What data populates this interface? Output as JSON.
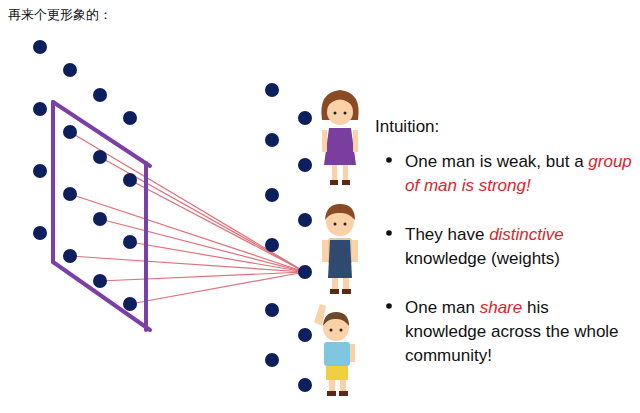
{
  "diagram": {
    "labels": [
      "再来个更形象的：",
      "Intuition:",
      "One man is weak, but a",
      "group of man is strong!",
      "They have",
      "distinctive",
      "knowledge (weights)",
      "One man",
      "share",
      "his knowledge across the whole community!"
    ]
  }
}
